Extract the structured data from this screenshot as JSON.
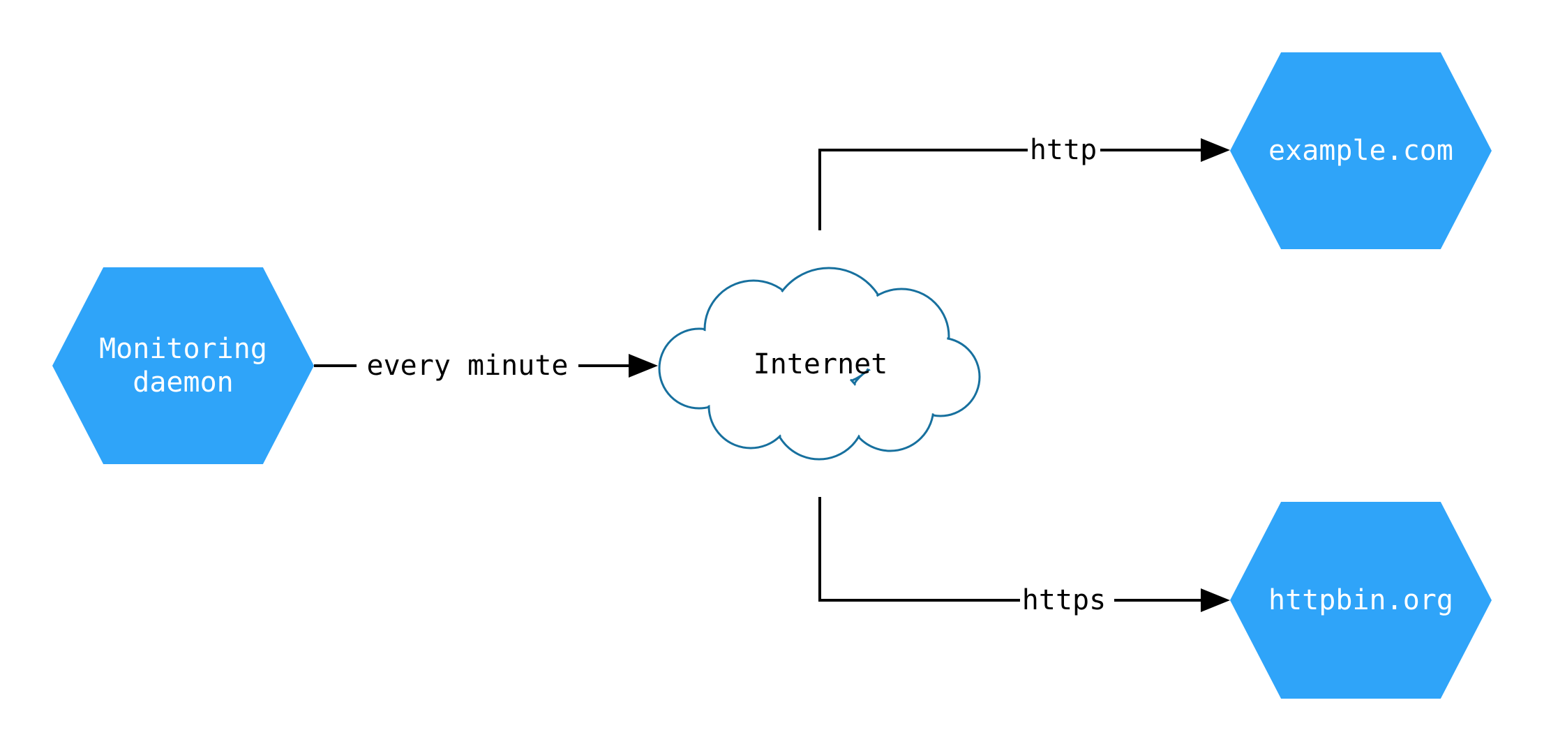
{
  "diagram": {
    "title": "monitoring topology diagram",
    "background": "#ffffff",
    "colors": {
      "node_fill": "#2FA4F9",
      "node_text": "#ffffff",
      "cloud_stroke": "#17709E",
      "cloud_fill": "#ffffff",
      "edge_color": "#000000",
      "label_color": "#000000"
    },
    "nodes": {
      "monitoring": {
        "shape": "hexagon",
        "label": "Monitoring\ndaemon"
      },
      "internet": {
        "shape": "cloud",
        "label": "Internet"
      },
      "example_com": {
        "shape": "hexagon",
        "label": "example.com"
      },
      "httpbin_org": {
        "shape": "hexagon",
        "label": "httpbin.org"
      }
    },
    "edges": {
      "every_minute": {
        "from": "monitoring",
        "to": "internet",
        "label": "every minute"
      },
      "http": {
        "from": "internet",
        "to": "example_com",
        "label": "http"
      },
      "https": {
        "from": "internet",
        "to": "httpbin_org",
        "label": "https"
      }
    }
  }
}
